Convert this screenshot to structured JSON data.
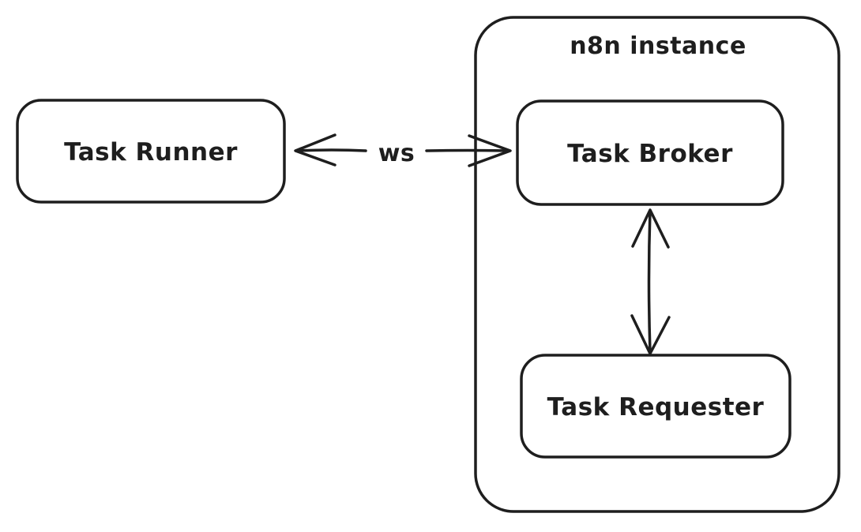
{
  "diagram": {
    "background_color": "#ffffff",
    "stroke_color": "#1e1e1e",
    "style": "hand-drawn",
    "container": {
      "label": "n8n instance"
    },
    "nodes": {
      "task_runner": {
        "label": "Task Runner"
      },
      "task_broker": {
        "label": "Task Broker"
      },
      "task_requester": {
        "label": "Task Requester"
      }
    },
    "edges": {
      "runner_broker": {
        "from": "Task Runner",
        "to": "Task Broker",
        "label": "ws",
        "direction": "bidirectional"
      },
      "broker_requester": {
        "from": "Task Broker",
        "to": "Task Requester",
        "label": "",
        "direction": "bidirectional"
      }
    }
  }
}
